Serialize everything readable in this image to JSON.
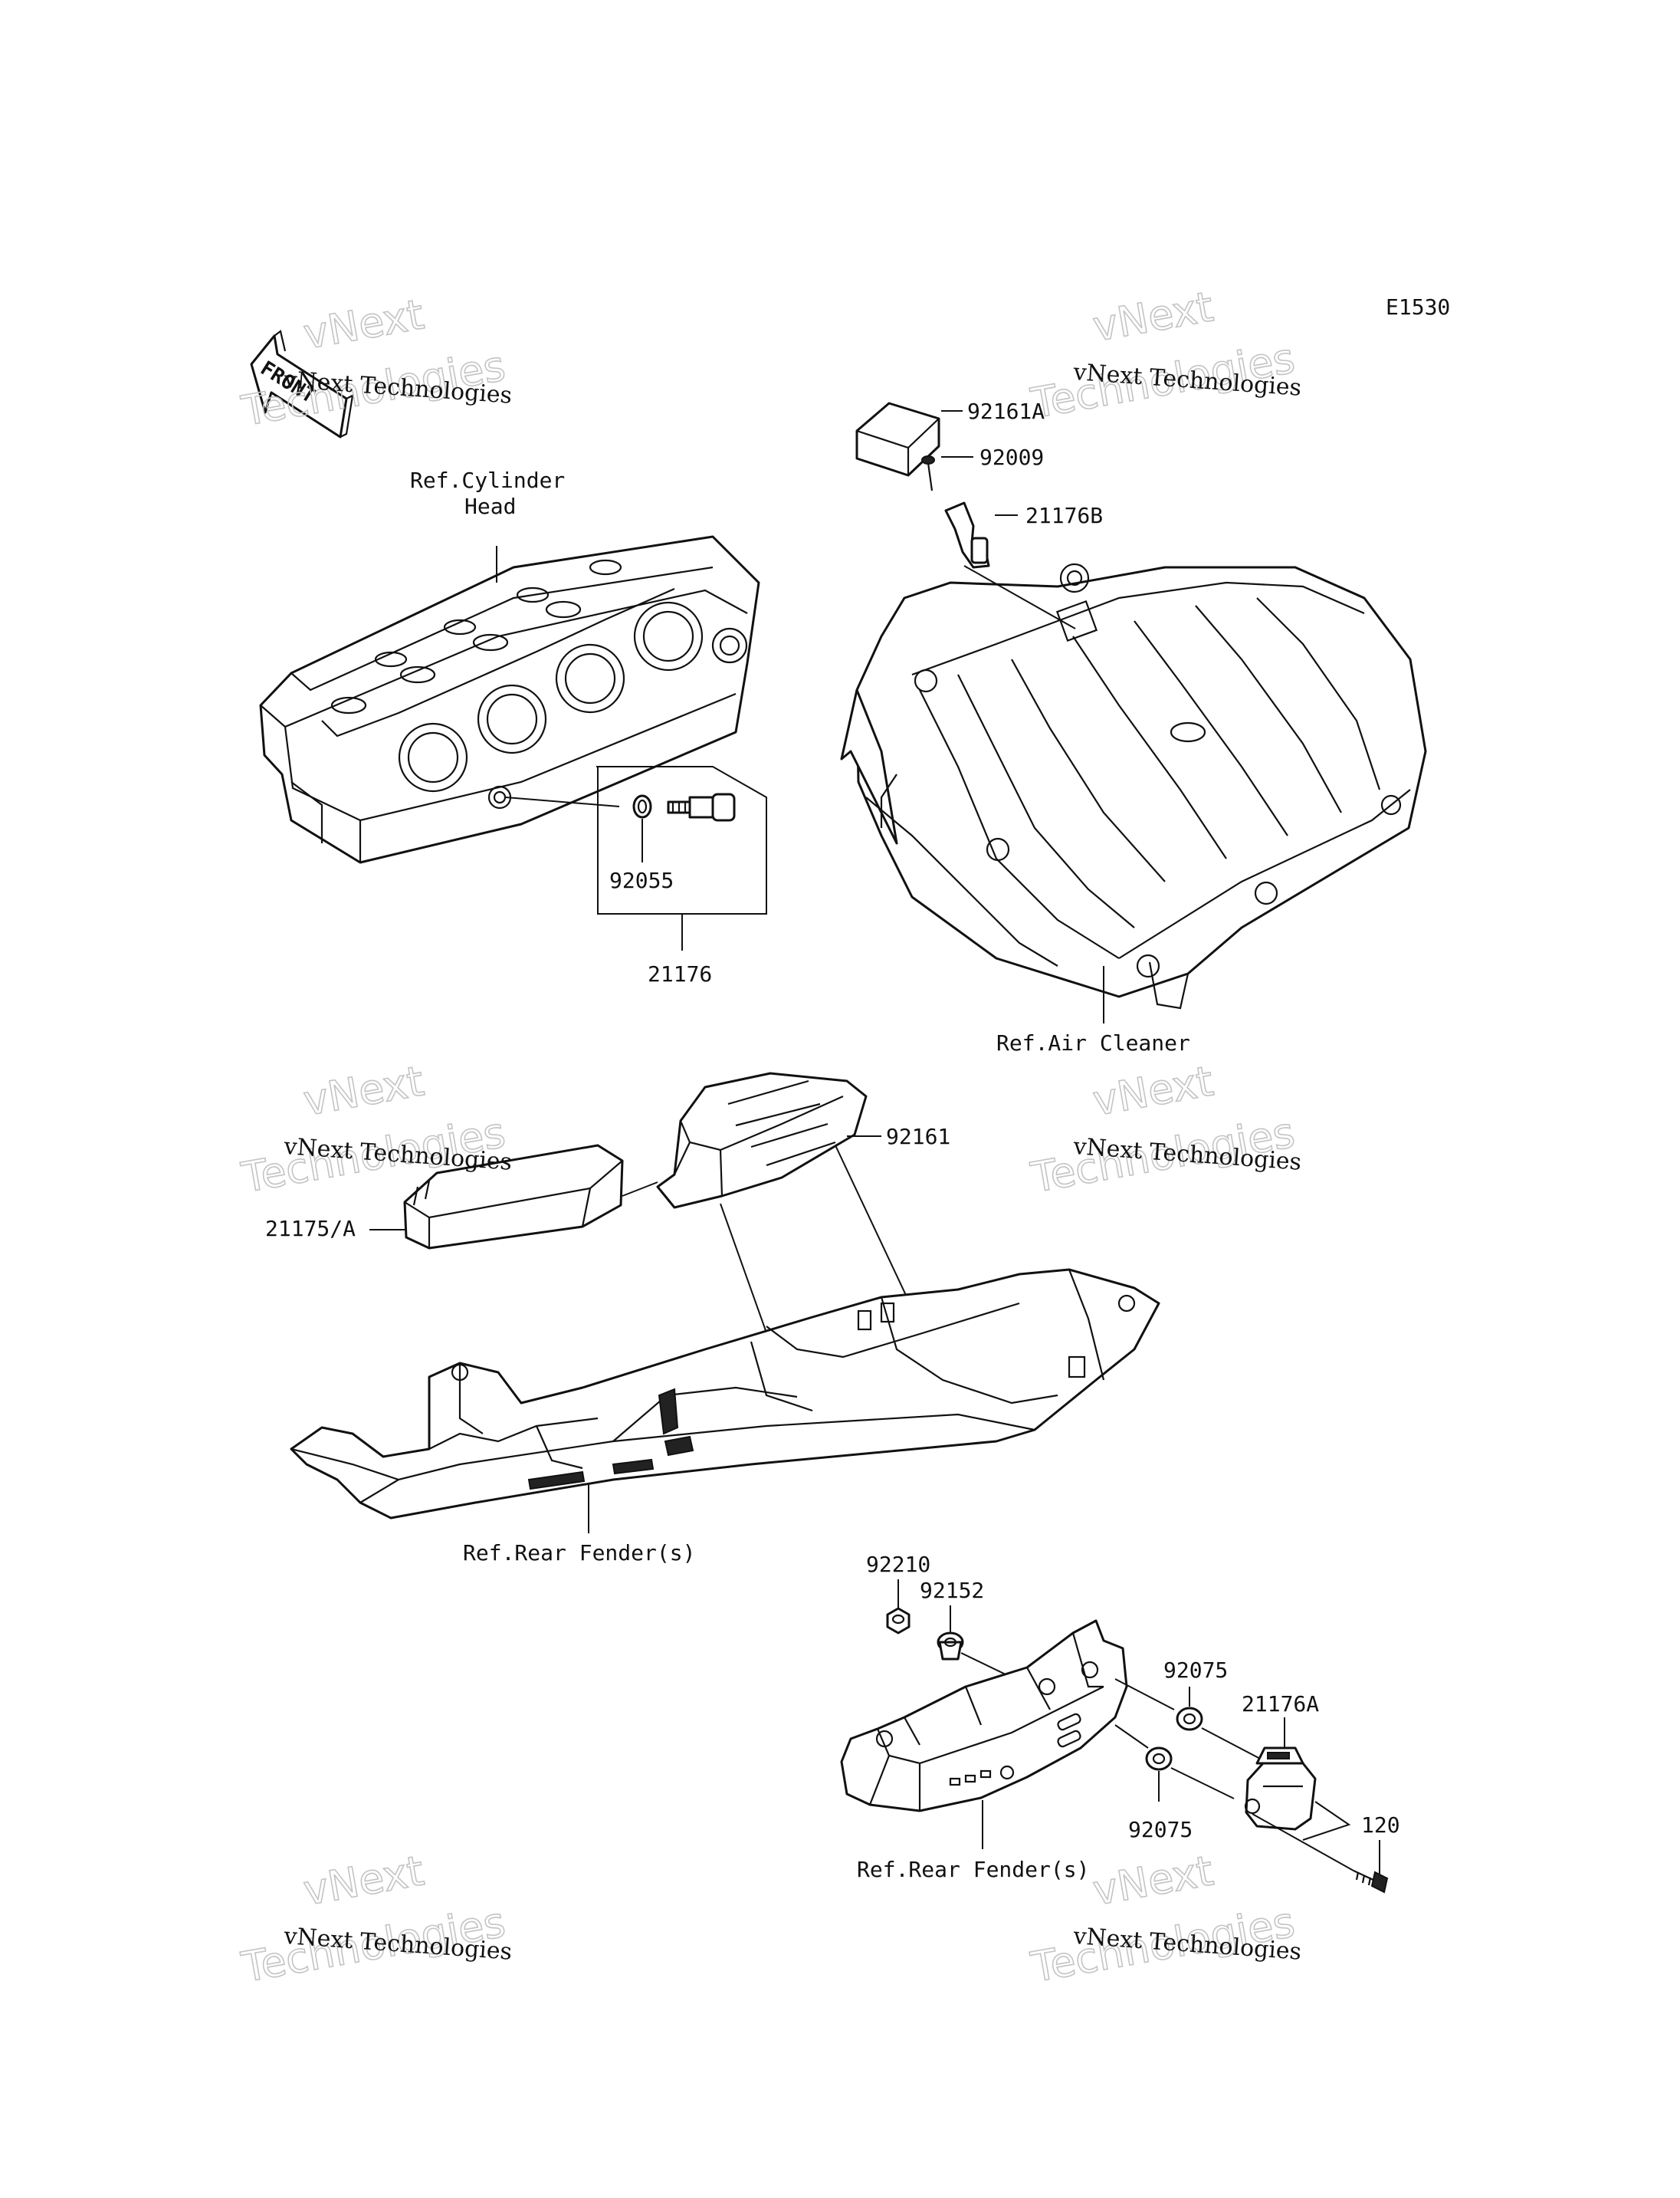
{
  "diagram_code": "E1530",
  "front_marker": "FRONT",
  "watermark": {
    "line1": "vNext Technologies",
    "line2": "vNext\nTechnologies"
  },
  "references": {
    "cylinder_head_line1": "Ref.Cylinder",
    "cylinder_head_line2": "Head",
    "air_cleaner": "Ref.Air Cleaner",
    "rear_fender_1": "Ref.Rear Fender(s)",
    "rear_fender_2": "Ref.Rear Fender(s)"
  },
  "parts": {
    "p92161A": "92161A",
    "p92009": "92009",
    "p21176B": "21176B",
    "p92055": "92055",
    "p21176": "21176",
    "p92161": "92161",
    "p21175A": "21175/A",
    "p92210": "92210",
    "p92152": "92152",
    "p92075a": "92075",
    "p21176A": "21176A",
    "p92075b": "92075",
    "p120": "120"
  }
}
